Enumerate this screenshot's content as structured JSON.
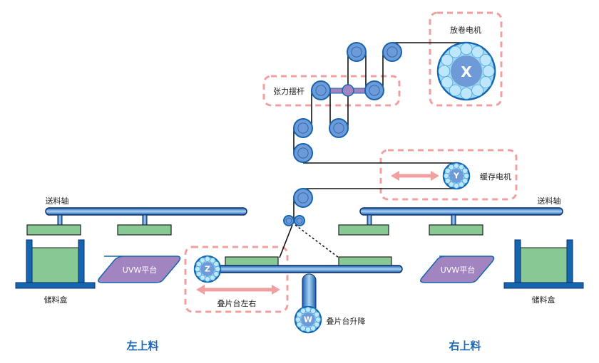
{
  "labels": {
    "unwind_motor": "放卷电机",
    "tension_arm": "张力摆杆",
    "buffer_motor": "缓存电机",
    "feed_axis_left": "送料轴",
    "feed_axis_right": "送料轴",
    "storage_box_left": "储料盒",
    "storage_box_right": "储料盒",
    "uvw_left": "UVW平台",
    "uvw_right": "UVW平台",
    "stack_table_lr": "叠片台左右",
    "stack_table_lift": "叠片台升降",
    "left_loading": "左上料",
    "right_loading": "右上料"
  },
  "motors": {
    "x": "X",
    "y": "Y",
    "z": "Z",
    "w": "W"
  },
  "colors": {
    "accent_blue": "#1565b0",
    "roller_blue": "#6f9ad8",
    "motor_ring": "#9fd8f5",
    "pad_green": "#88c894",
    "uvw_purple": "#a184c0",
    "dashed_box": "#f0a0a0",
    "title_blue": "#1a6ab8"
  }
}
